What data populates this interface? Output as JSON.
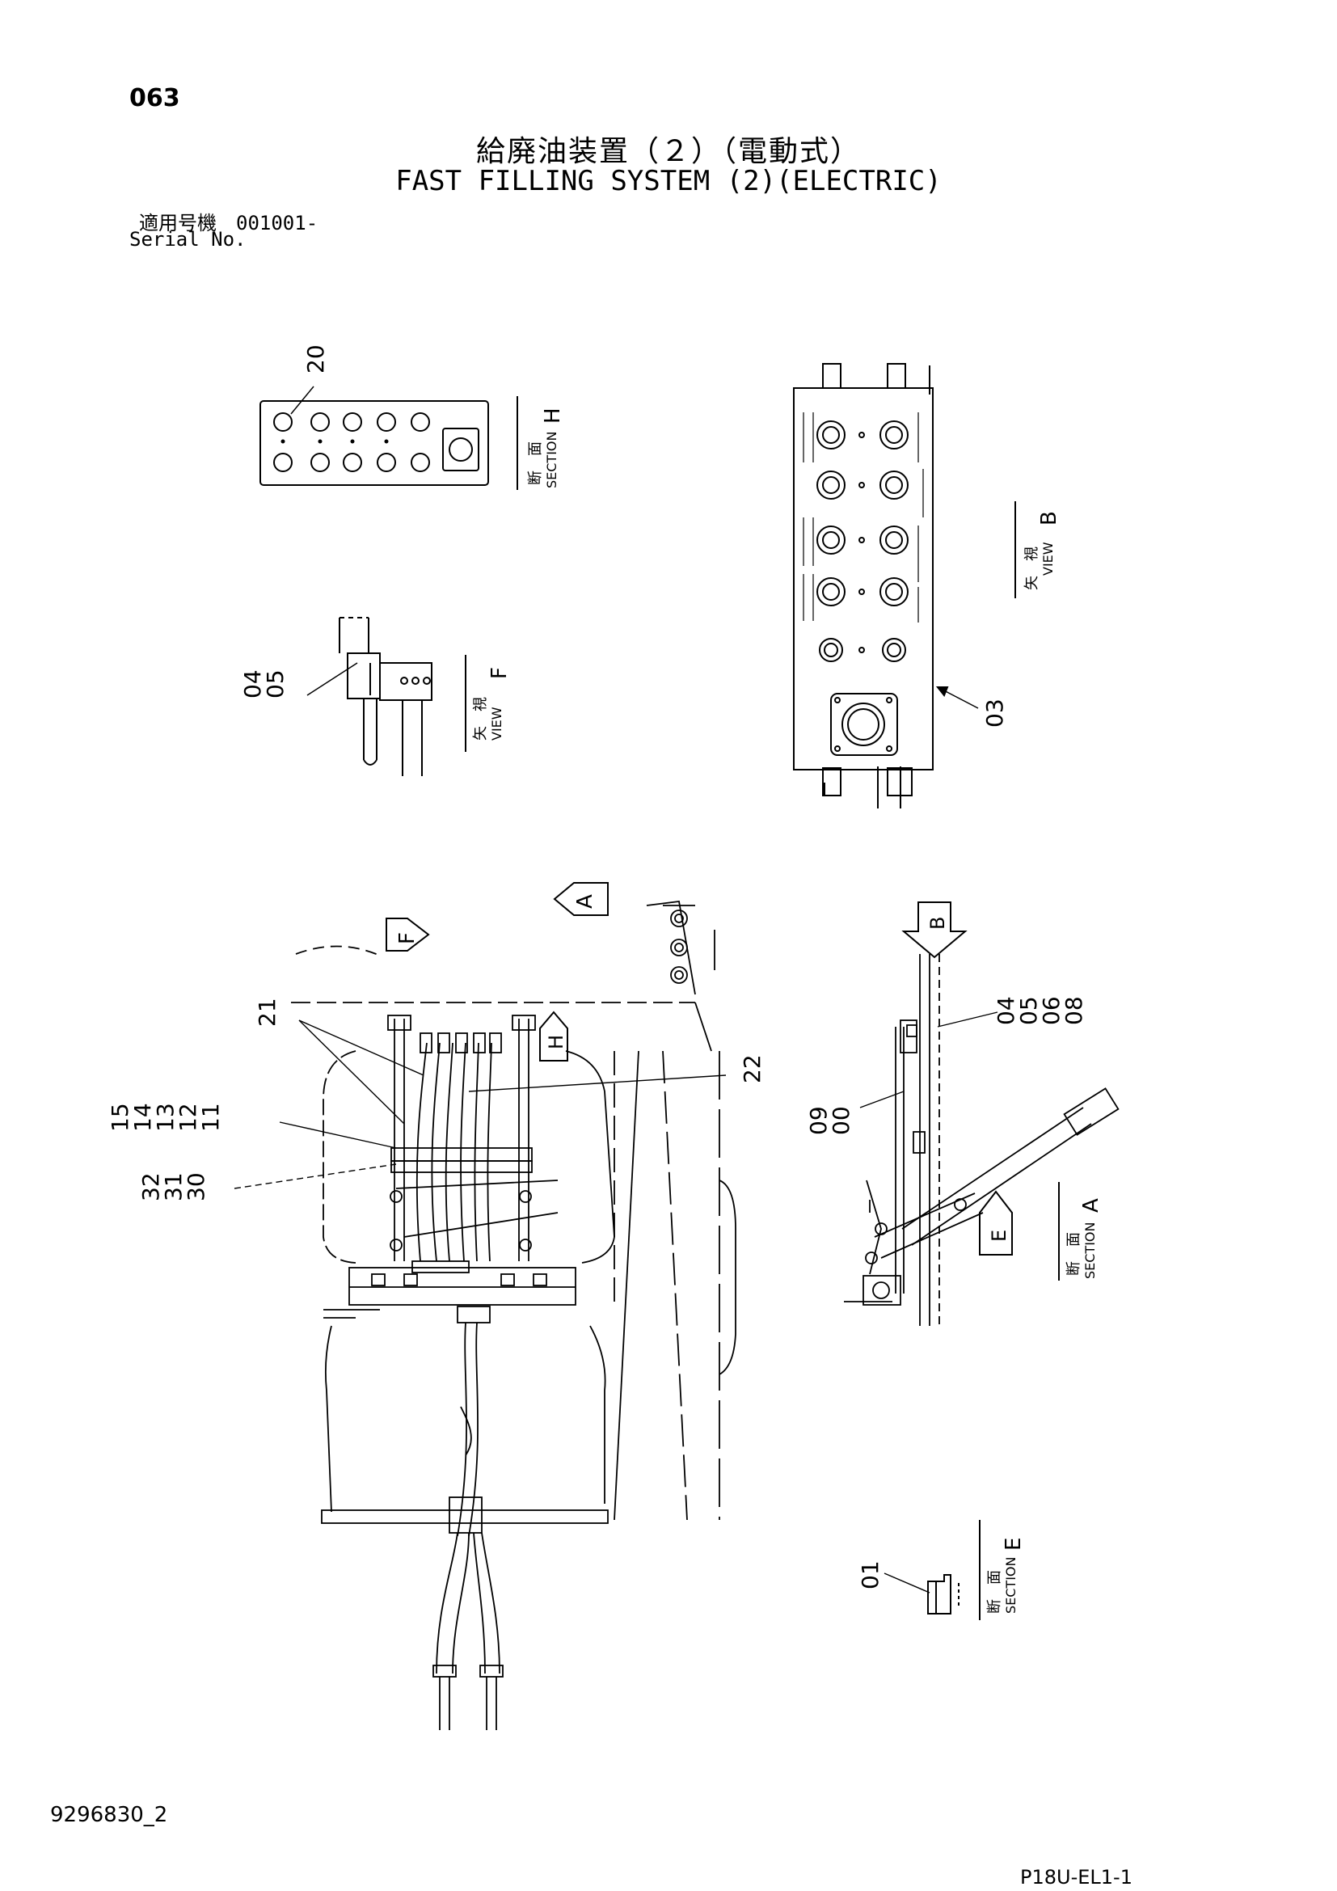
{
  "header": {
    "page_number": "063",
    "title_jp": "給廃油装置（２）（電動式）",
    "title_en": "FAST FILLING SYSTEM (2)(ELECTRIC)",
    "serial_jp": "適用号機　001001-",
    "serial_en": "Serial No."
  },
  "footer": {
    "doc_id": "9296830_2",
    "sheet_id": "P18U-EL1-1"
  },
  "views": {
    "section_h": {
      "jp": "断　面",
      "en": "SECTION",
      "letter": "H"
    },
    "view_b": {
      "jp": "矢　視",
      "en": "VIEW",
      "letter": "B"
    },
    "view_f": {
      "jp": "矢　視",
      "en": "VIEW",
      "letter": "F"
    },
    "section_a": {
      "jp": "断　面",
      "en": "SECTION",
      "letter": "A"
    },
    "section_e": {
      "jp": "断　面",
      "en": "SECTION",
      "letter": "E"
    }
  },
  "arrows": {
    "a": "A",
    "b": "B",
    "e": "E",
    "f": "F",
    "h": "H"
  },
  "callouts": {
    "c20": "20",
    "c03": "03",
    "c04_05": "04\n05",
    "c21": "21",
    "c22": "22",
    "c11_15": "15\n14\n13\n12\n11",
    "c30_32": "32\n31\n30",
    "c04_08": "04\n05\n06\n08",
    "c09_00": "09\n00",
    "c01": "01"
  }
}
